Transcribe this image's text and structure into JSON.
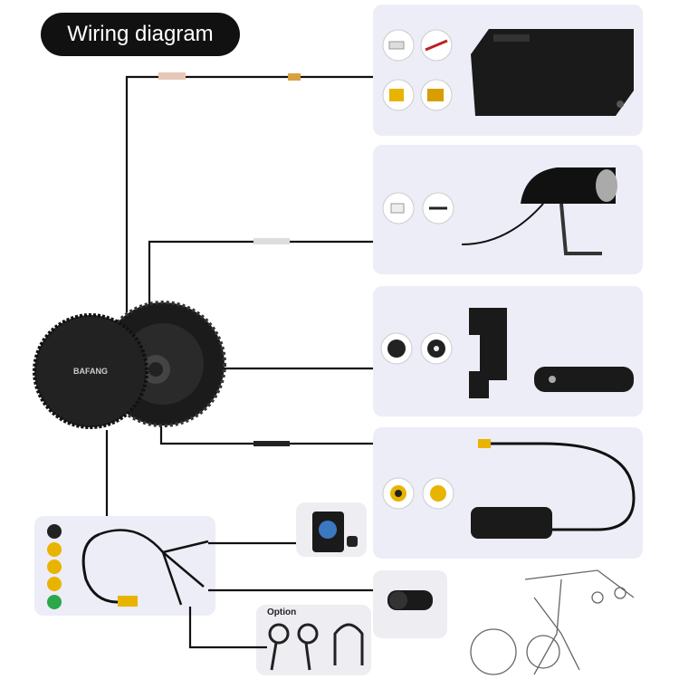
{
  "title": "Wiring diagram",
  "option_label": "Option",
  "motor_logo": "BAFANG",
  "colors": {
    "wire": "#111111",
    "panel": "#ecedf7",
    "connector_yellow": "#e8b400",
    "connector_green": "#2aa84a"
  }
}
